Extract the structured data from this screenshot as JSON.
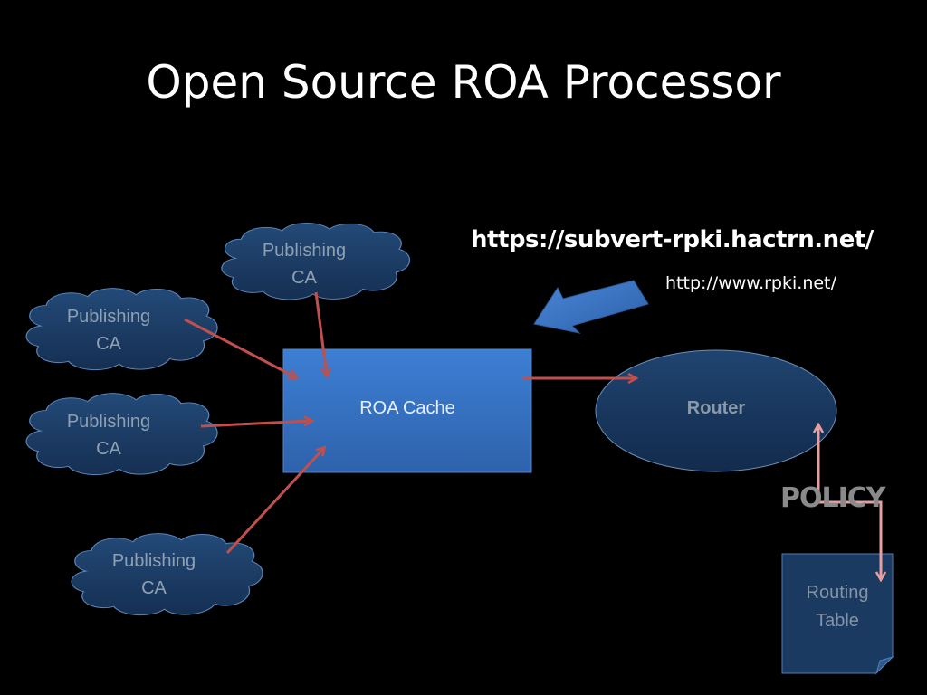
{
  "slide": {
    "title": "Open Source ROA Processor",
    "url_primary": "https://subvert-rpki.hactrn.net/",
    "url_secondary": "http://www.rpki.net/"
  },
  "nodes": {
    "publishing_cas": [
      {
        "line1": "Publishing",
        "line2": "CA"
      },
      {
        "line1": "Publishing",
        "line2": "CA"
      },
      {
        "line1": "Publishing",
        "line2": "CA"
      },
      {
        "line1": "Publishing",
        "line2": "CA"
      }
    ],
    "roa_cache": "ROA Cache",
    "router": "Router",
    "policy": "POLICY",
    "routing_table": {
      "line1": "Routing",
      "line2": "Table"
    }
  },
  "colors": {
    "background": "#000000",
    "cloud_fill": "#1e3f66",
    "cache_fill": "#3a78c8",
    "arrow_red": "#c0504d",
    "arrow_pink": "#e6a0a0",
    "callout_arrow": "#3a72c0"
  }
}
